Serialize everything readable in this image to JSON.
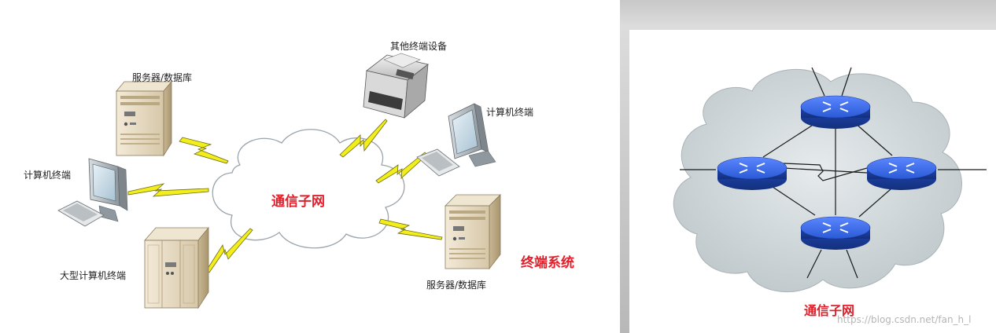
{
  "left_diagram": {
    "center_label": "通信子网",
    "group_label": "终端系统",
    "nodes": {
      "server_top": "服务器/数据库",
      "computer_left": "计算机终端",
      "mainframe": "大型计算机终端",
      "other_device": "其他终端设备",
      "computer_right": "计算机终端",
      "server_bottom": "服务器/数据库"
    }
  },
  "right_diagram": {
    "title": "通信子网",
    "router_count": 4
  },
  "watermark": "https://blog.csdn.net/fan_h_l",
  "colors": {
    "label_red": "#e0202a",
    "router_blue": "#2a5bd7",
    "lightning_yellow": "#f2ee1c",
    "cloud_gray": "#cfd6d8"
  }
}
